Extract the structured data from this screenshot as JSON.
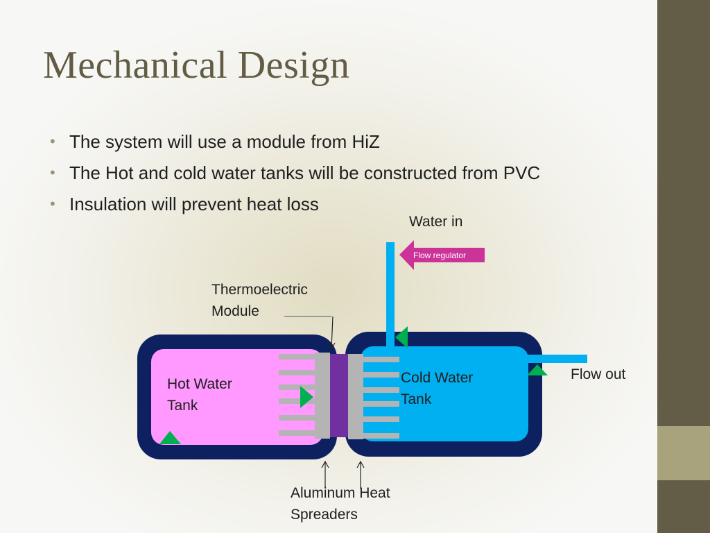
{
  "slide": {
    "title": "Mechanical Design",
    "bullets": [
      "The system will use a module from HiZ",
      "The Hot and cold water tanks will be constructed from PVC",
      "Insulation will prevent heat loss"
    ]
  },
  "diagram": {
    "labels": {
      "water_in": "Water in",
      "flow_regulator": "Flow regulator",
      "thermoelectric_module": "Thermoelectric\nModule",
      "hot_water_tank": "Hot Water\nTank",
      "cold_water_tank": "Cold Water\nTank",
      "flow_out": "Flow out",
      "aluminum_heat_spreaders": "Aluminum Heat\nSpreaders"
    },
    "colors": {
      "insulation": "#0d2060",
      "hot_water": "#ff99ff",
      "cold_water": "#00b0f0",
      "module": "#7030a0",
      "spreader": "#b4b4b4",
      "arrow": "#00b050",
      "regulator": "#cc3399",
      "pipe": "#00b0f0",
      "accent_dark": "#635d47",
      "accent_light": "#a8a37d"
    }
  }
}
